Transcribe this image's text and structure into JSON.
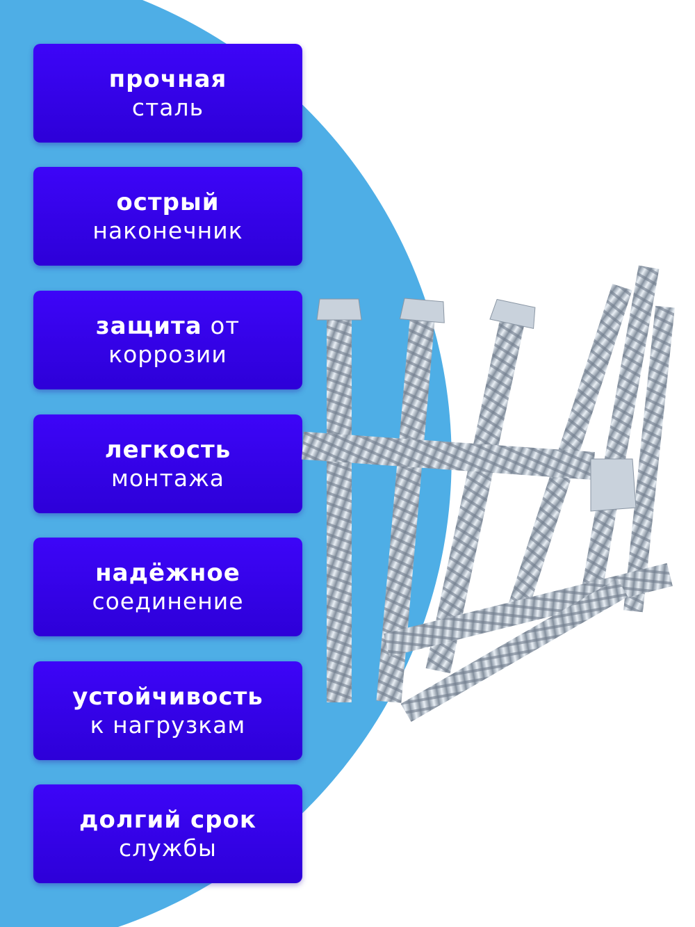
{
  "colors": {
    "background_circle": "#4eaee6",
    "box": "#3a03f2",
    "text": "#ffffff"
  },
  "features": [
    {
      "bold": "прочная",
      "regular_inline": "",
      "second": "сталь"
    },
    {
      "bold": "острый",
      "regular_inline": "",
      "second": "наконечник"
    },
    {
      "bold": "защита",
      "regular_inline": " от",
      "second": "коррозии"
    },
    {
      "bold": "легкость",
      "regular_inline": "",
      "second": "монтажа"
    },
    {
      "bold": "надёжное",
      "regular_inline": "",
      "second": "соединение"
    },
    {
      "bold": "устойчивость",
      "regular_inline": "",
      "second": "к нагрузкам"
    },
    {
      "bold": "долгий срок",
      "regular_inline": "",
      "second": "службы"
    }
  ],
  "product_image": "galvanized-hex-head-screws"
}
